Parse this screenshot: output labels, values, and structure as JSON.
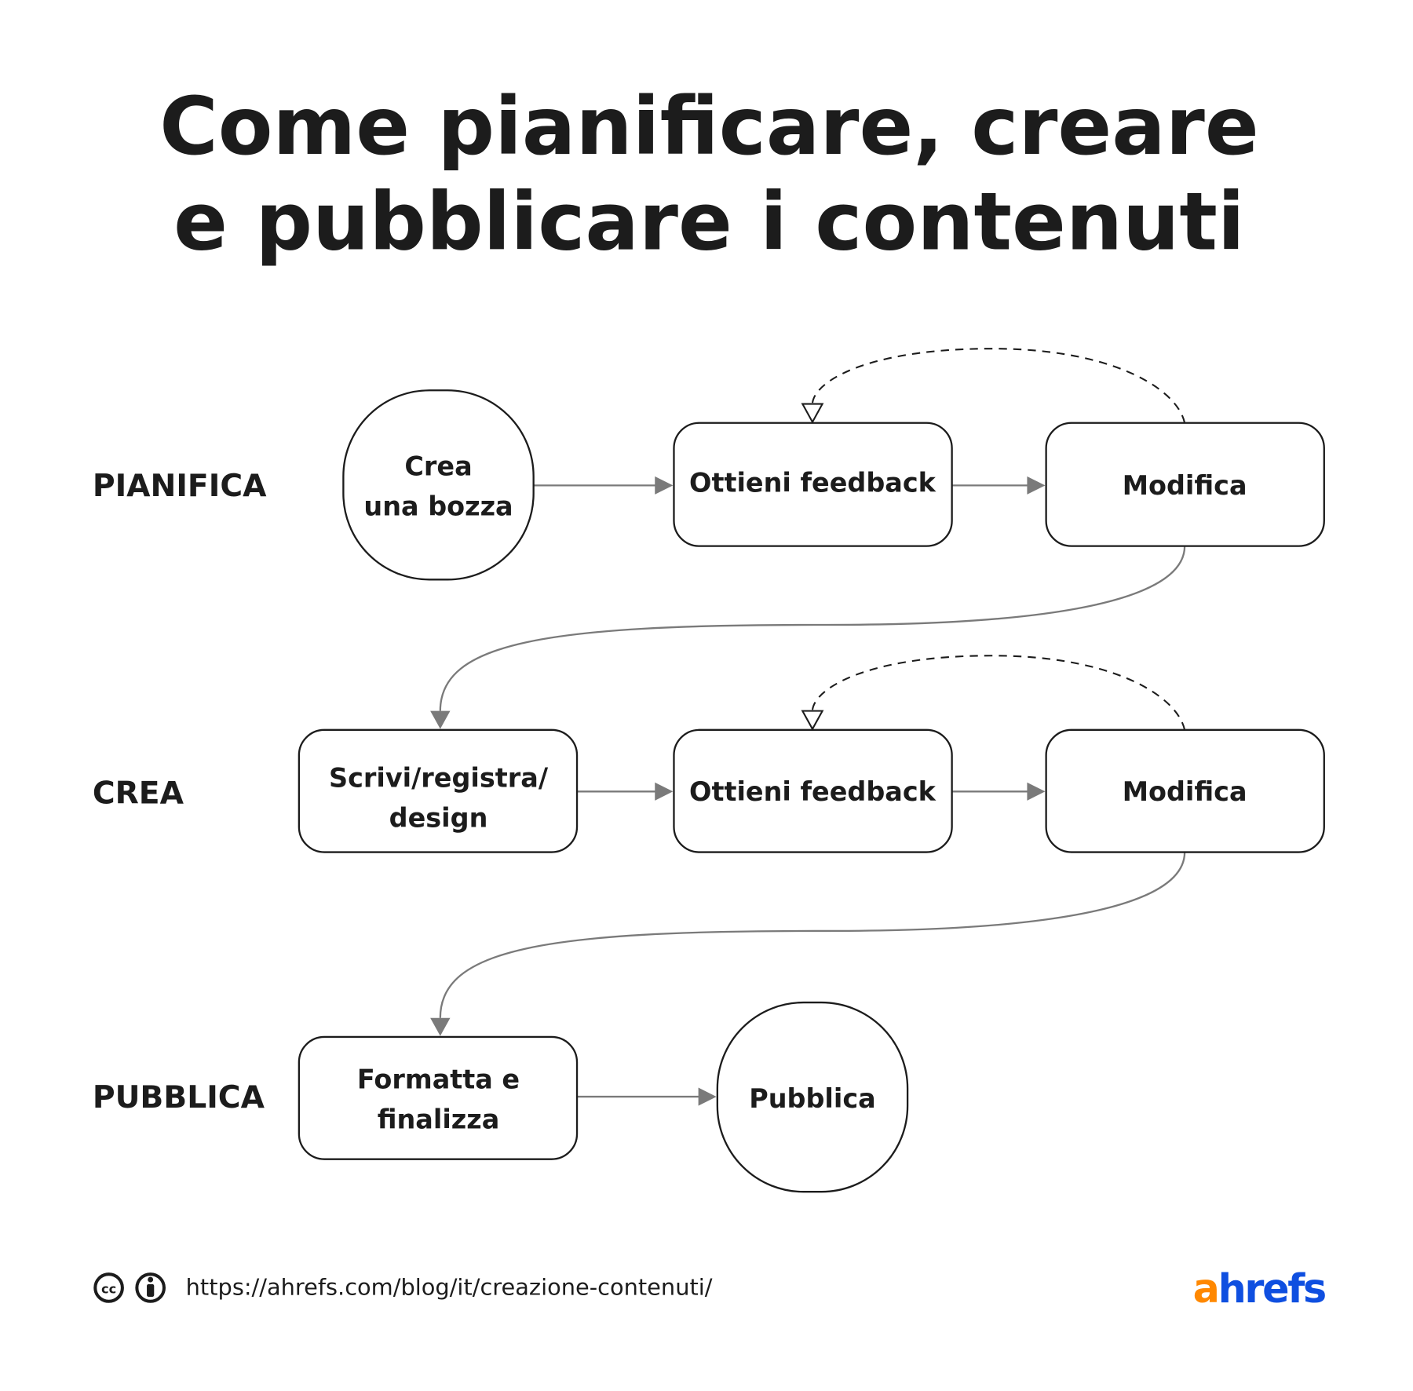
{
  "title": {
    "line1": "Come pianificare, creare",
    "line2": "e pubblicare i contenuti"
  },
  "rows": [
    {
      "label": "PIANIFICA",
      "nodes": [
        {
          "lines": [
            "Crea",
            "una bozza"
          ]
        },
        {
          "lines": [
            "Ottieni feedback"
          ]
        },
        {
          "lines": [
            "Modifica"
          ]
        }
      ]
    },
    {
      "label": "CREA",
      "nodes": [
        {
          "lines": [
            "Scrivi/registra/",
            "design"
          ]
        },
        {
          "lines": [
            "Ottieni feedback"
          ]
        },
        {
          "lines": [
            "Modifica"
          ]
        }
      ]
    },
    {
      "label": "PUBBLICA",
      "nodes": [
        {
          "lines": [
            "Formatta e",
            "finalizza"
          ]
        },
        {
          "lines": [
            "Pubblica"
          ]
        }
      ]
    }
  ],
  "footer": {
    "url": "https://ahrefs.com/blog/it/creazione-contenuti/",
    "icons": [
      "creative-commons-icon",
      "attribution-icon"
    ],
    "logo": {
      "part1": "a",
      "part2": "hrefs",
      "color1": "#ff8800",
      "color2": "#0f4fe0"
    }
  }
}
